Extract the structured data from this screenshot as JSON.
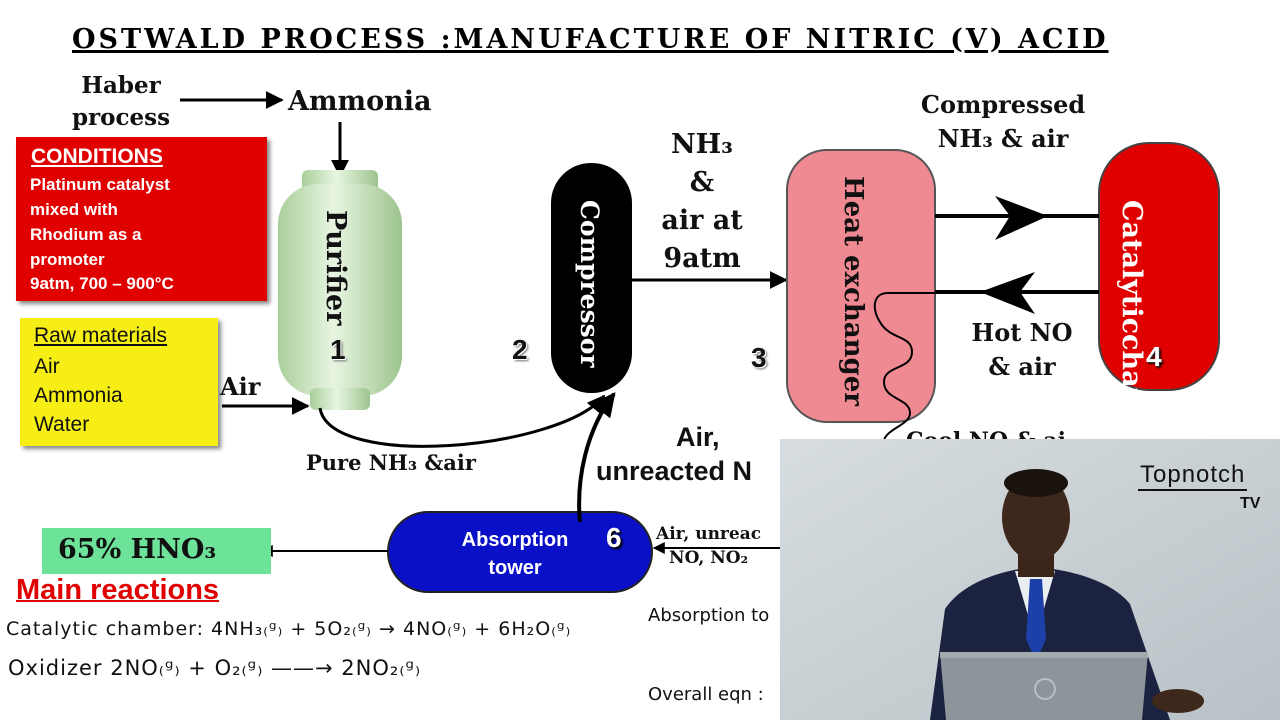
{
  "title": "OSTWALD PROCESS :MANUFACTURE OF NITRIC (V) ACID",
  "haber": [
    "Haber",
    "process"
  ],
  "ammonia": "Ammonia",
  "conditions": {
    "heading": "CONDITIONS",
    "lines": [
      " Platinum catalyst",
      "mixed with",
      "Rhodium as a",
      "promoter",
      "9atm, 700 – 900°C"
    ]
  },
  "raw_materials": {
    "heading": "Raw materials",
    "items": [
      "Air",
      "Ammonia",
      "Water"
    ]
  },
  "air_label": "Air",
  "purifier": {
    "label": "Purifier",
    "number": "1"
  },
  "compressor": {
    "label": "Compressor",
    "number": "2"
  },
  "heat_exchanger": {
    "label": "Heat exchanger",
    "number": "3"
  },
  "catalytic_chamber": {
    "label_line1": "Catalytic",
    "label_line2": "chamber",
    "number": "4"
  },
  "absorption_tower": {
    "label_line1": "Absorption",
    "label_line2": "tower",
    "number": "6"
  },
  "flow_labels": {
    "pure": "Pure NH₃ &air",
    "nh3_air_lines": [
      "NH₃",
      "&",
      "air at",
      "9atm"
    ],
    "compressed_lines": [
      "Compressed",
      "NH₃ & air"
    ],
    "hot_lines": [
      "Hot NO",
      "& air"
    ],
    "cool_partial": "Cool NO & ai",
    "air_unreacted_lines": [
      "Air,",
      "unreacted N"
    ],
    "air_unreac_small": [
      "Air, unreac",
      "NO, NO₂"
    ]
  },
  "product": "65% HNO₃",
  "main_reactions_heading": "Main reactions",
  "reactions": {
    "catalytic": "Catalytic chamber:  4NH₃₍ᵍ₎ + 5O₂₍ᵍ₎ → 4NO₍ᵍ₎ + 6H₂O₍ᵍ₎",
    "oxidizer": "Oxidizer   2NO₍ᵍ₎ + O₂₍ᵍ₎ ——→ 2NO₂₍ᵍ₎",
    "absorption_partial": "Absorption to",
    "overall_partial": "Overall eqn :"
  },
  "video_overlay": {
    "brand": "Topnotch",
    "sub": "TV"
  },
  "colors": {
    "conditions_bg": "#e00000",
    "raw_bg": "#f6ee15",
    "purifier": "#cfe8c4",
    "compressor": "#000000",
    "heat_exchanger": "#f08a92",
    "catalytic": "#e00000",
    "absorption": "#0a10c8",
    "product_bg": "#6de39a",
    "heading_red": "#e00000"
  }
}
